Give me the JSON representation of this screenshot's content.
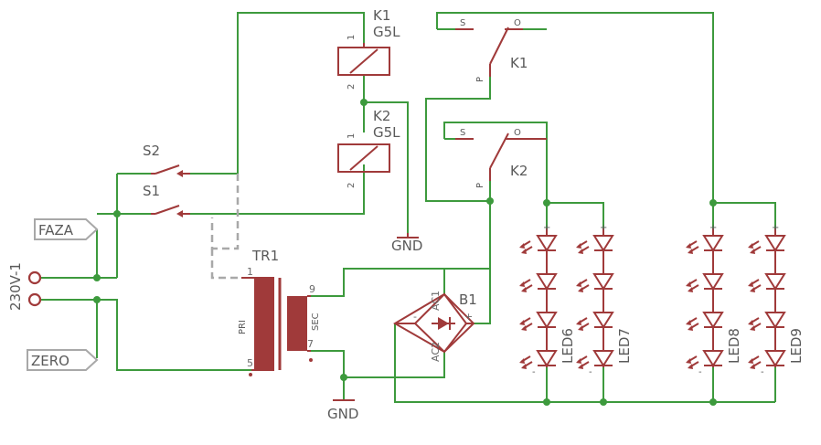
{
  "diagram": {
    "relays": [
      {
        "ref": "K1",
        "value": "G5L",
        "pin1": "1",
        "pin2": "2"
      },
      {
        "ref": "K2",
        "value": "G5L",
        "pin1": "1",
        "pin2": "2"
      }
    ],
    "contacts": [
      {
        "ref": "K1",
        "s": "S",
        "o": "O",
        "p": "P"
      },
      {
        "ref": "K2",
        "s": "S",
        "o": "O",
        "p": "P"
      }
    ],
    "switches": [
      "S2",
      "S1"
    ],
    "ports": {
      "phase": "FAZA",
      "neutral": "ZERO"
    },
    "connector": "230V-1",
    "transformer": {
      "ref": "TR1",
      "primary": "PRI",
      "secondary": "SEC",
      "pins": [
        "1",
        "9",
        "7",
        "5"
      ]
    },
    "bridge": {
      "ref": "B1",
      "ac1": "AC1",
      "ac2": "AC2",
      "minus": "-",
      "plus": "+"
    },
    "leds": [
      "LED6",
      "LED7",
      "LED8",
      "LED9"
    ],
    "ground": "GND"
  }
}
